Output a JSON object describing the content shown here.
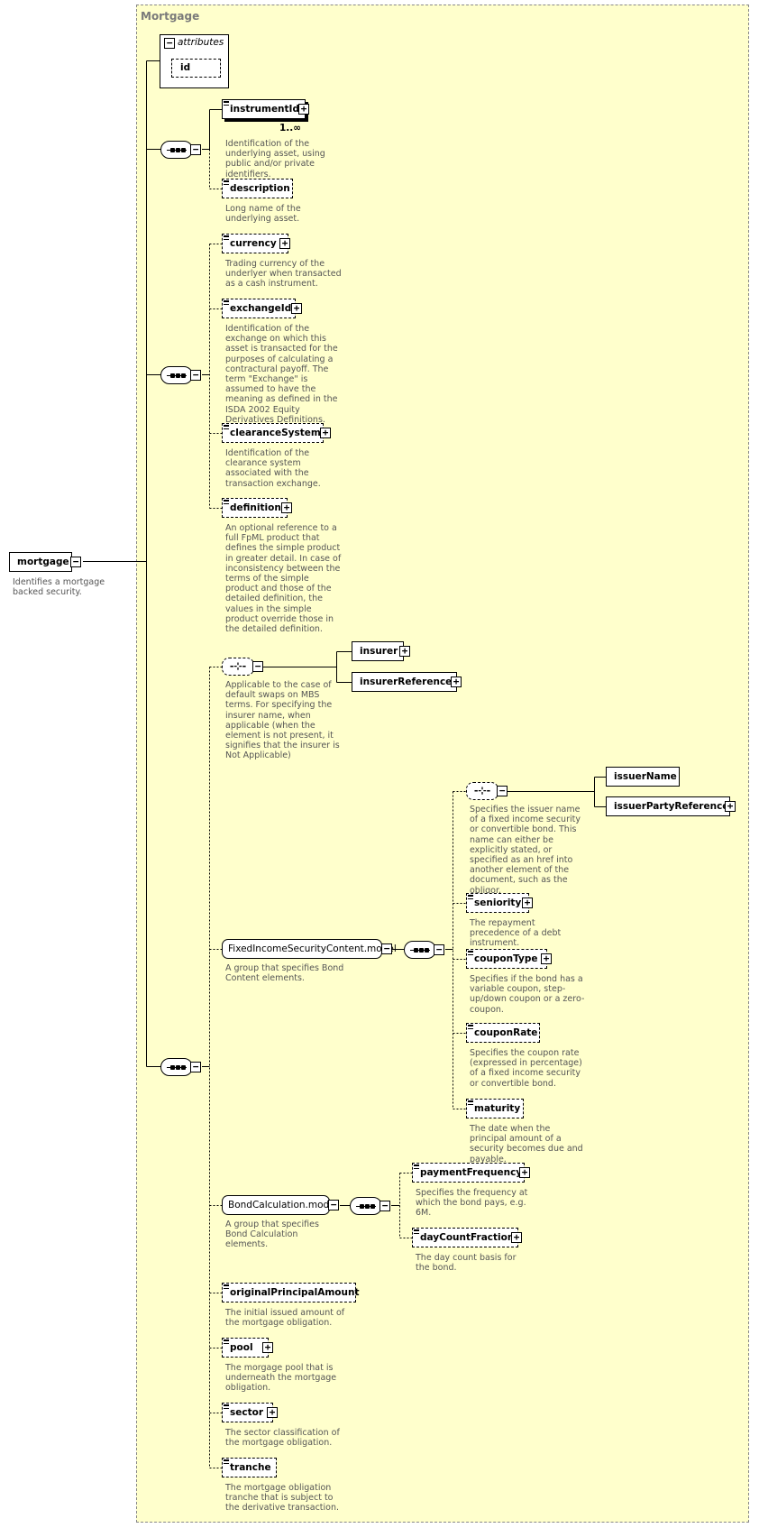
{
  "diagram": {
    "title": "Mortgage",
    "attributes": {
      "title": "attributes",
      "id_label": "id"
    },
    "root": {
      "label": "mortgage",
      "doc": "Identifies a mortgage backed security."
    },
    "elements": {
      "instrumentId": {
        "label": "instrumentId",
        "cardinality": "1..∞",
        "doc": "Identification of the underlying asset, using public and/or private identifiers."
      },
      "description": {
        "label": "description",
        "doc": "Long name of the underlying asset."
      },
      "currency": {
        "label": "currency",
        "doc": "Trading currency of the underlyer when transacted as a cash instrument."
      },
      "exchangeId": {
        "label": "exchangeId",
        "doc": "Identification of the exchange on which this asset is transacted for the purposes of calculating a contractural payoff. The term \"Exchange\" is assumed to have the meaning as defined in the ISDA 2002 Equity Derivatives Definitions."
      },
      "clearanceSystem": {
        "label": "clearanceSystem",
        "doc": "Identification of the clearance system associated with the transaction exchange."
      },
      "definition": {
        "label": "definition",
        "doc": "An optional reference to a full FpML product that defines the simple product in greater detail. In case of inconsistency between the terms of the simple product and those of the detailed definition, the values in the simple product override those in the detailed definition."
      },
      "insurerChoice": {
        "doc": "Applicable to the case of default swaps on MBS terms. For specifying the insurer name, when applicable (when the element is not present, it signifies that the insurer is Not Applicable)"
      },
      "insurer": {
        "label": "insurer"
      },
      "insurerReference": {
        "label": "insurerReference"
      },
      "fixedIncome": {
        "label": "FixedIncomeSecurityContent.model",
        "doc": "A group that specifies Bond Content elements."
      },
      "issuerChoice": {
        "doc": "Specifies the issuer name of a fixed income security or convertible bond. This name can either be explicitly stated, or specified as an href into another element of the document, such as the obligor."
      },
      "issuerName": {
        "label": "issuerName"
      },
      "issuerPartyReference": {
        "label": "issuerPartyReference"
      },
      "seniority": {
        "label": "seniority",
        "doc": "The repayment precedence of a debt instrument."
      },
      "couponType": {
        "label": "couponType",
        "doc": "Specifies if the bond has a variable coupon, step-up/down coupon or a zero-coupon."
      },
      "couponRate": {
        "label": "couponRate",
        "doc": "Specifies the coupon rate (expressed in percentage) of a fixed income security or convertible bond."
      },
      "maturity": {
        "label": "maturity",
        "doc": "The date when the principal amount of a security becomes due and payable."
      },
      "bondCalc": {
        "label": "BondCalculation.model",
        "doc": "A group that specifies Bond Calculation elements."
      },
      "paymentFrequency": {
        "label": "paymentFrequency",
        "doc": "Specifies the frequency at which the bond pays, e.g. 6M."
      },
      "dayCountFraction": {
        "label": "dayCountFraction",
        "doc": "The day count basis for the bond."
      },
      "originalPrincipalAmount": {
        "label": "originalPrincipalAmount",
        "doc": "The initial issued amount of the mortgage obligation."
      },
      "pool": {
        "label": "pool",
        "doc": "The morgage pool that is underneath the mortgage obligation."
      },
      "sector": {
        "label": "sector",
        "doc": "The sector classification of the mortgage obligation."
      },
      "tranche": {
        "label": "tranche",
        "doc": "The mortgage obligation tranche that is subject to the derivative transaction."
      }
    }
  }
}
